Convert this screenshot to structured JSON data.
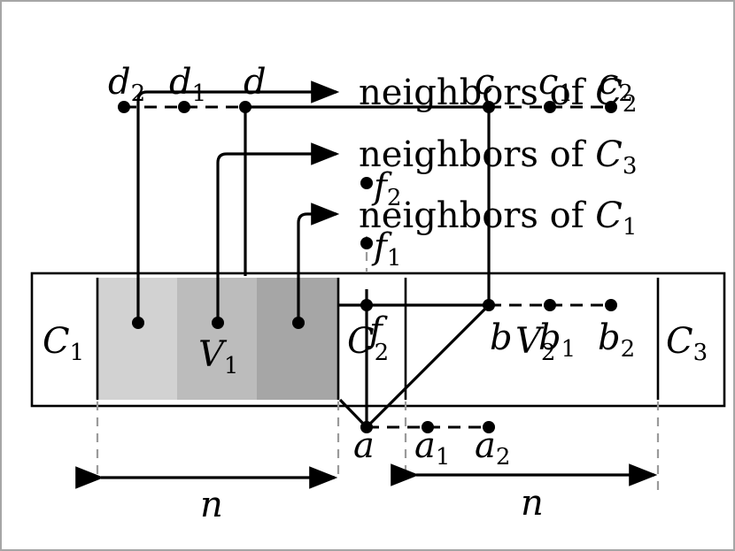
{
  "labels": {
    "C1": {
      "base": "C",
      "sub": "1"
    },
    "C2": {
      "base": "C",
      "sub": "2"
    },
    "C3": {
      "base": "C",
      "sub": "3"
    },
    "V1": {
      "base": "V",
      "sub": "1"
    },
    "V2": {
      "base": "V",
      "sub": "2"
    },
    "d": {
      "base": "d",
      "sub": ""
    },
    "d1": {
      "base": "d",
      "sub": "1"
    },
    "d2": {
      "base": "d",
      "sub": "2"
    },
    "c": {
      "base": "c",
      "sub": ""
    },
    "c1": {
      "base": "c",
      "sub": "1"
    },
    "c2": {
      "base": "c",
      "sub": "2"
    },
    "f": {
      "base": "f",
      "sub": ""
    },
    "f1": {
      "base": "f",
      "sub": "1"
    },
    "f2": {
      "base": "f",
      "sub": "2"
    },
    "b": {
      "base": "b",
      "sub": ""
    },
    "b1": {
      "base": "b",
      "sub": "1"
    },
    "b2": {
      "base": "b",
      "sub": "2"
    },
    "a": {
      "base": "a",
      "sub": ""
    },
    "a1": {
      "base": "a",
      "sub": "1"
    },
    "a2": {
      "base": "a",
      "sub": "2"
    },
    "n_left": "n",
    "n_right": "n"
  },
  "neighbors": {
    "c2": {
      "text": "neighbors of ",
      "base": "C",
      "sub": "2"
    },
    "c3": {
      "text": "neighbors of ",
      "base": "C",
      "sub": "3"
    },
    "c1": {
      "text": "neighbors of ",
      "base": "C",
      "sub": "1"
    }
  },
  "colors": {
    "shade_light": "#d2d2d2",
    "shade_mid": "#bcbcbc",
    "shade_dark": "#a6a6a6",
    "guide": "#9a9a9a"
  }
}
